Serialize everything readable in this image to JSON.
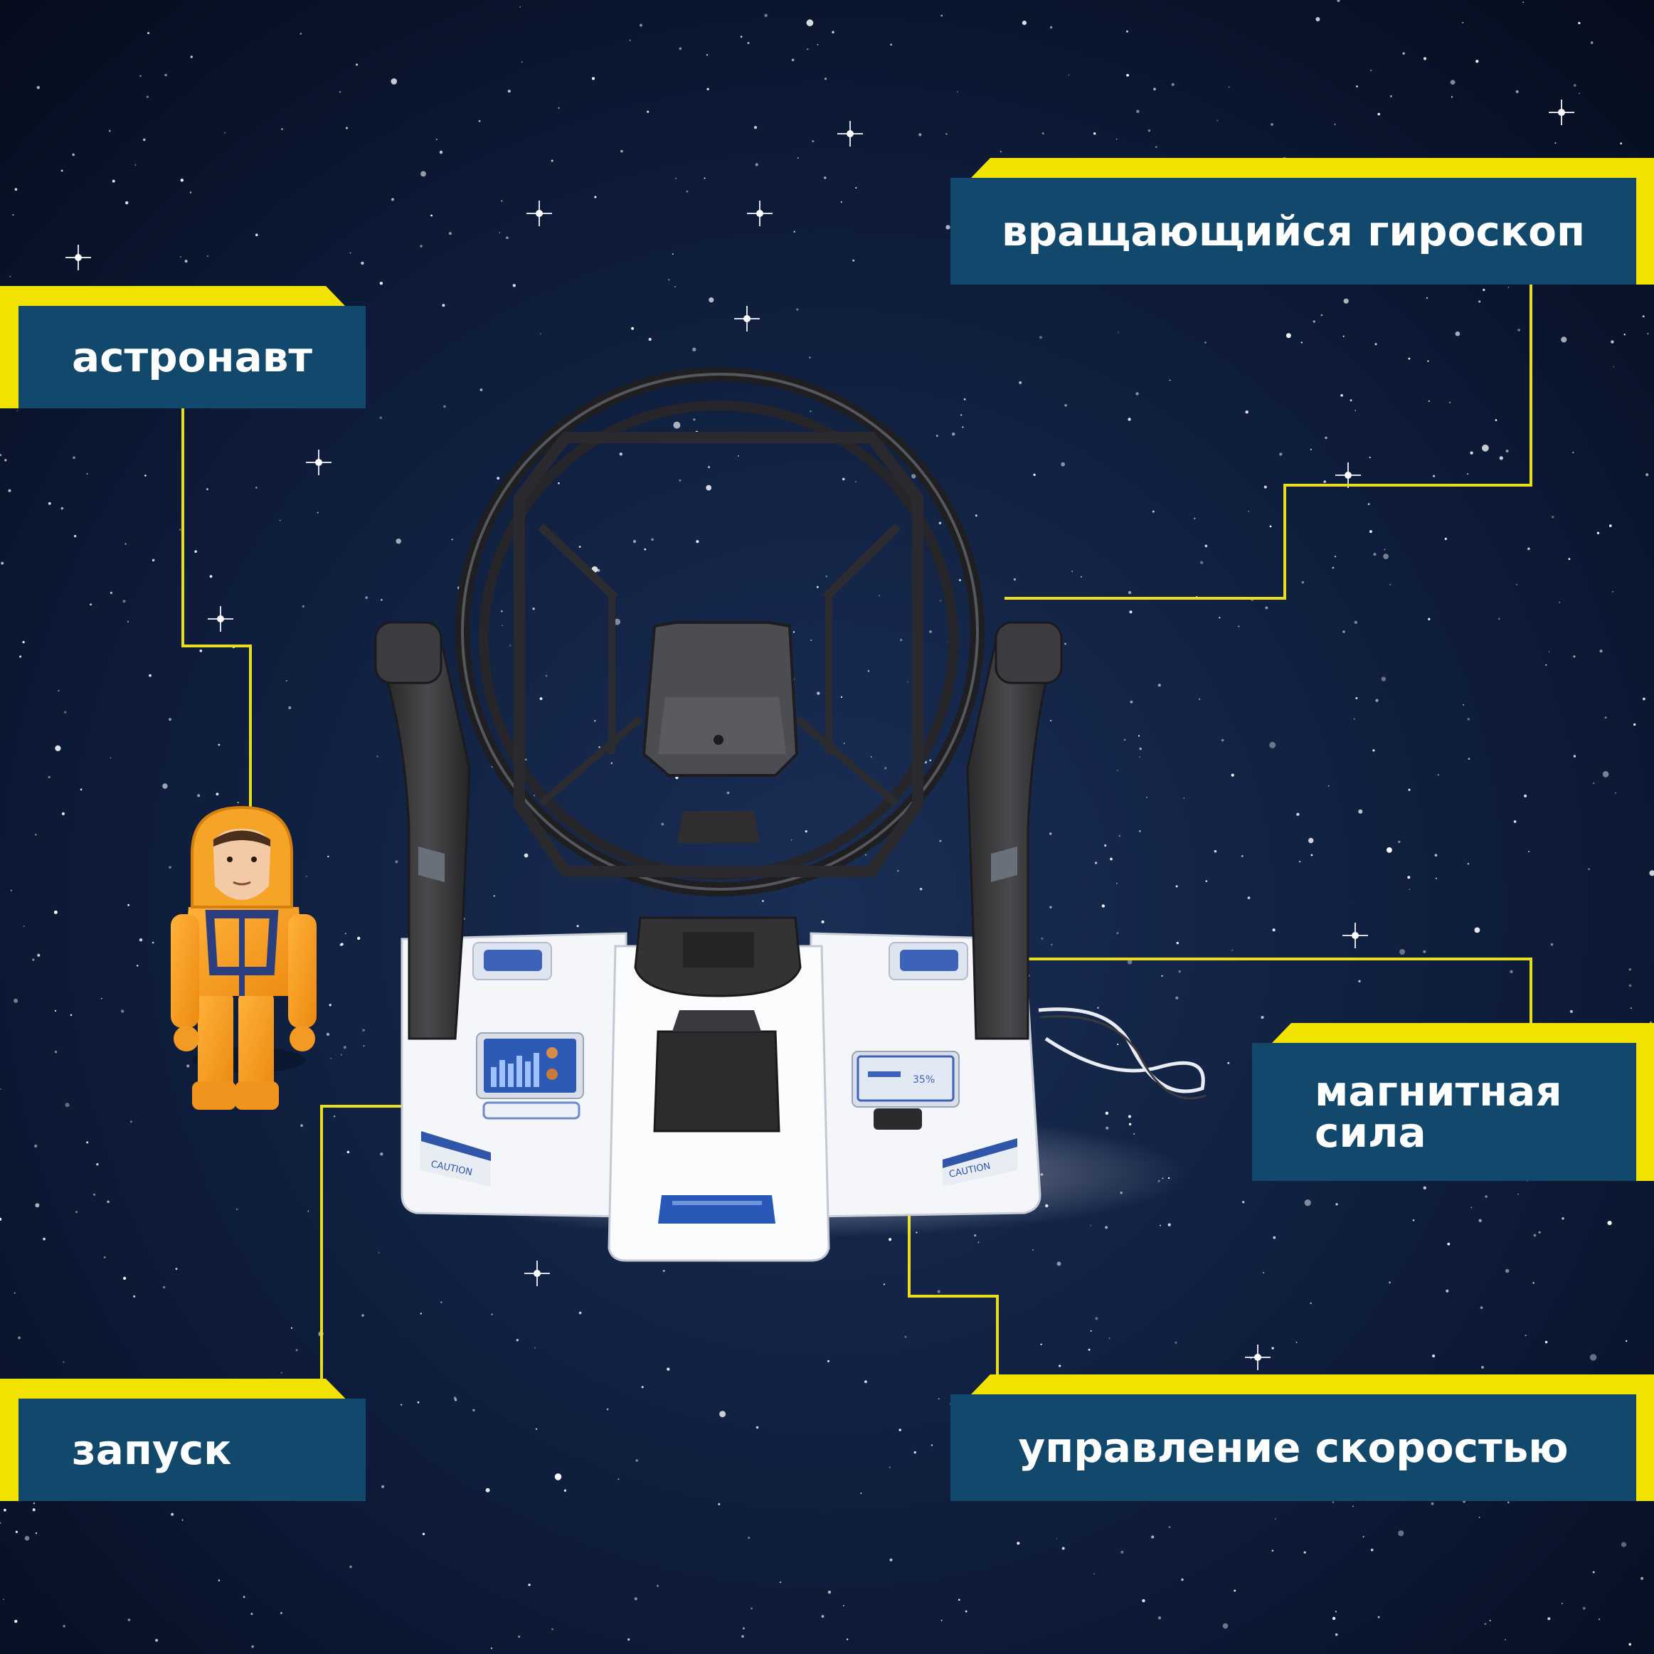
{
  "colors": {
    "background": "#0b1830",
    "label_fill": "#12486b",
    "label_accent": "#f2e200",
    "leader_line": "#e8de1e",
    "label_text": "#ffffff"
  },
  "labels": {
    "astronaut": "астронавт",
    "gyroscope": "вращающийся гироскоп",
    "magnetic": "магнитная\nсила",
    "launch": "запуск",
    "speed": "управление скоростью"
  },
  "control_panel": {
    "caution_left": "CAUTION",
    "caution_right": "CAUTION",
    "readout_percent": "35%"
  }
}
